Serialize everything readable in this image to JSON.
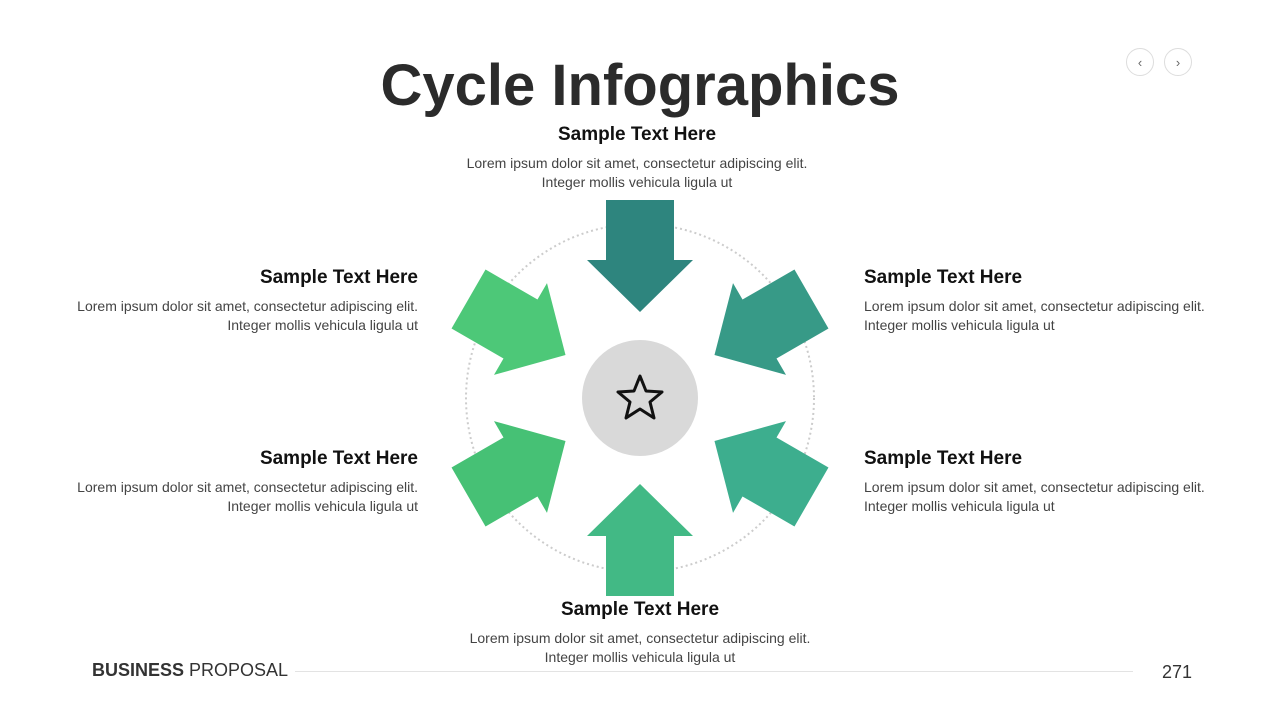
{
  "title": "Cycle Infographics",
  "nav": {
    "prev": "‹",
    "next": "›"
  },
  "items": [
    {
      "heading": "Sample Text Here",
      "text": "Lorem ipsum dolor sit amet, consectetur adipiscing elit. Integer mollis vehicula ligula ut",
      "color": "#2E857E"
    },
    {
      "heading": "Sample Text Here",
      "text": "Lorem ipsum dolor sit amet, consectetur adipiscing elit. Integer mollis vehicula ligula ut",
      "color": "#379A87"
    },
    {
      "heading": "Sample Text Here",
      "text": "Lorem ipsum dolor sit amet, consectetur adipiscing elit. Integer mollis vehicula ligula ut",
      "color": "#3DAE8E"
    },
    {
      "heading": "Sample Text Here",
      "text": "Lorem ipsum dolor sit amet, consectetur adipiscing elit. Integer mollis vehicula ligula ut",
      "color": "#42B985"
    },
    {
      "heading": "Sample Text Here",
      "text": "Lorem ipsum dolor sit amet, consectetur adipiscing elit. Integer mollis vehicula ligula ut",
      "color": "#46C175"
    },
    {
      "heading": "Sample Text Here",
      "text": "Lorem ipsum dolor sit amet, consectetur adipiscing elit. Integer mollis vehicula ligula ut",
      "color": "#4DC878"
    }
  ],
  "center_icon": "star-icon",
  "footer": {
    "brand_bold": "BUSINESS",
    "brand_light": " PROPOSAL",
    "page": "271"
  }
}
